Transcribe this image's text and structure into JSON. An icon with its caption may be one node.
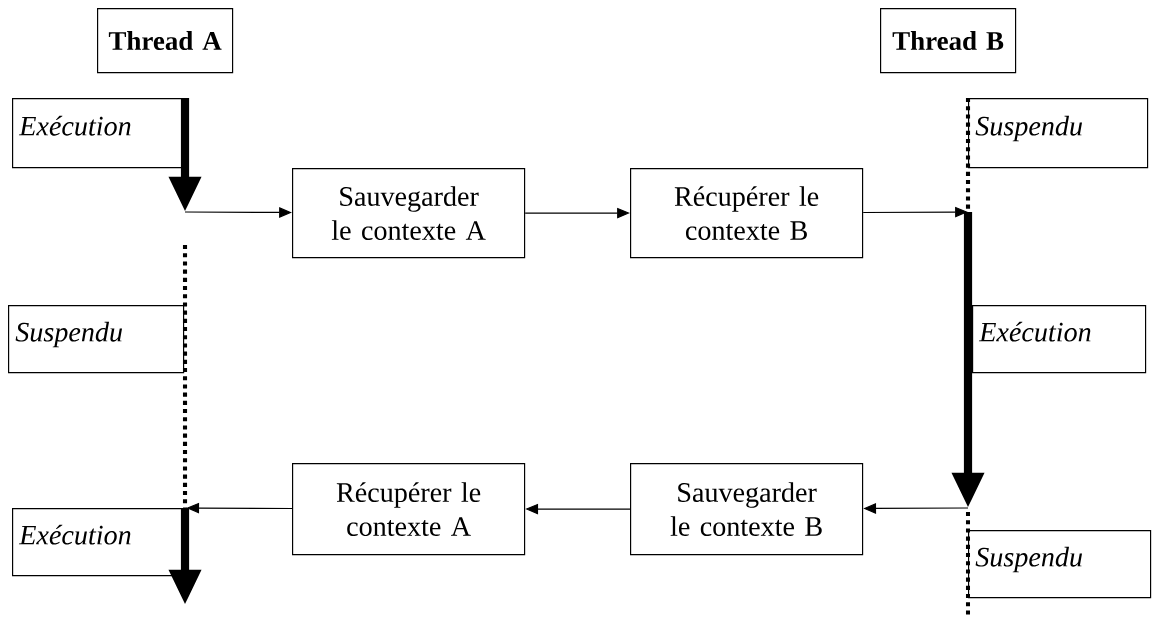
{
  "diagram": {
    "nodes": [
      {
        "text": [
          "Thread A"
        ]
      },
      {
        "text": [
          "Thread B"
        ]
      },
      {
        "text": [
          "Exécution"
        ]
      },
      {
        "text": [
          "Suspendu"
        ]
      },
      {
        "text": [
          "Sauvegarder le contexte A"
        ]
      },
      {
        "text": [
          "Récupérer le contexte B"
        ]
      },
      {
        "text": [
          "Suspendu"
        ]
      },
      {
        "text": [
          "Exécution"
        ]
      },
      {
        "text": [
          "Récupérer le contexte A"
        ]
      },
      {
        "text": [
          "Sauvegarder le contexte B"
        ]
      },
      {
        "text": [
          "Exécution"
        ]
      },
      {
        "text": [
          "Suspendu"
        ]
      }
    ],
    "edges": [
      {
        "from": null,
        "to": 4,
        "arrow": "to"
      },
      {
        "from": 4,
        "to": 5,
        "arrow": "to"
      },
      {
        "from": 5,
        "to": null,
        "arrow": "to"
      },
      {
        "from": null,
        "to": 9,
        "arrow": "to"
      },
      {
        "from": 9,
        "to": 8,
        "arrow": "to"
      },
      {
        "from": 8,
        "to": 10,
        "arrow": "to"
      }
    ]
  }
}
